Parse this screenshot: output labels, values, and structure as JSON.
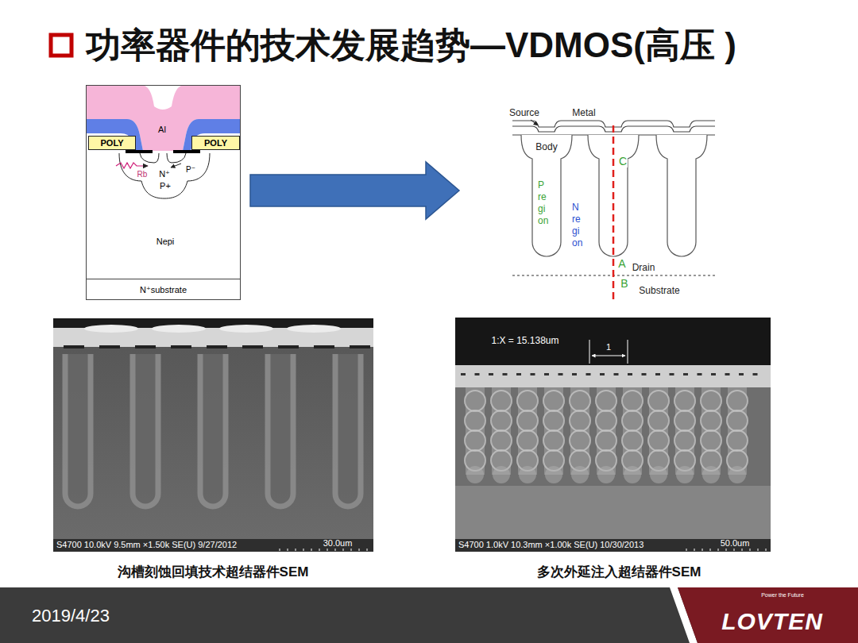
{
  "diagram": {
    "title": "功率器件的技术发展趋势—VDMOS(高压 )",
    "nodes": [
      {
        "text": [
          "Al",
          "Rb",
          "N⁺",
          "P⁻",
          "P+",
          "Nepi"
        ]
      },
      {
        "text": [
          "POLY"
        ],
        "in": 0
      },
      {
        "text": [
          "POLY"
        ],
        "in": 0
      },
      {
        "text": [
          "N⁺substrate"
        ],
        "in": 0
      },
      {
        "text": [
          "Source",
          "Metal",
          "Body",
          "C",
          "P re gi on",
          "N re gi on",
          "A",
          "Drain",
          "B",
          "Substrate"
        ]
      },
      {
        "text": [
          "S4700 10.0kV 9.5mm ×1.50k SE(U) 9/27/2012",
          "30.0um",
          "沟槽刻蚀回填技术超结器件SEM"
        ]
      },
      {
        "text": [
          "1:X = 15.138um",
          "1",
          "S4700 1.0kV 10.3mm ×1.00k SE(U) 10/30/2013",
          "50.0um",
          "多次外延注入超结器件SEM"
        ]
      }
    ],
    "edges": [
      {
        "from": 0,
        "to": 4,
        "arrow": "to"
      }
    ],
    "labels": [
      "2019/4/23",
      "Power the Future",
      "LOVTEN"
    ]
  }
}
